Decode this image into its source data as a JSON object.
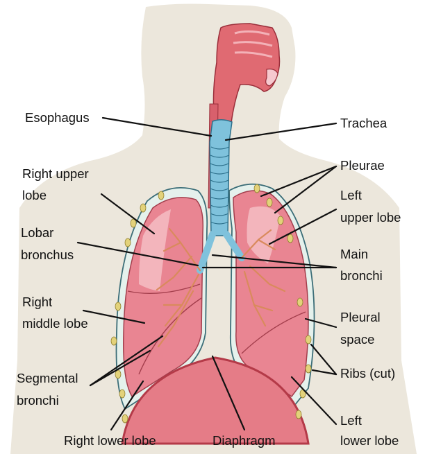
{
  "labels": {
    "esophagus": "Esophagus",
    "trachea": "Trachea",
    "right_upper_lobe": [
      "Right upper",
      "lobe"
    ],
    "pleurae": "Pleurae",
    "left_upper_lobe": [
      "Left",
      "upper lobe"
    ],
    "lobar_bronchus": [
      "Lobar",
      "bronchus"
    ],
    "main_bronchi": [
      "Main",
      "bronchi"
    ],
    "right_middle_lobe": [
      "Right",
      "middle lobe"
    ],
    "pleural_space": [
      "Pleural",
      "space"
    ],
    "segmental_bronchi": [
      "Segmental",
      "bronchi"
    ],
    "ribs_cut": "Ribs (cut)",
    "right_lower_lobe": "Right lower lobe",
    "diaphragm": "Diaphragm",
    "left_lower_lobe": [
      "Left",
      "lower lobe"
    ]
  },
  "colors": {
    "body_silhouette": "#ece7dc",
    "lung": "#e98592",
    "lung_highlight": "#f6c9cf",
    "pleura": "#e5f1ec",
    "pleura_outline": "#3c6e78",
    "airway_cartilage": "#7fc2dc",
    "diaphragm": "#e57c87",
    "diaphragm_edge": "#b43a48",
    "nasal_cavity": "#e06a72",
    "rib": "#e3d27a"
  }
}
